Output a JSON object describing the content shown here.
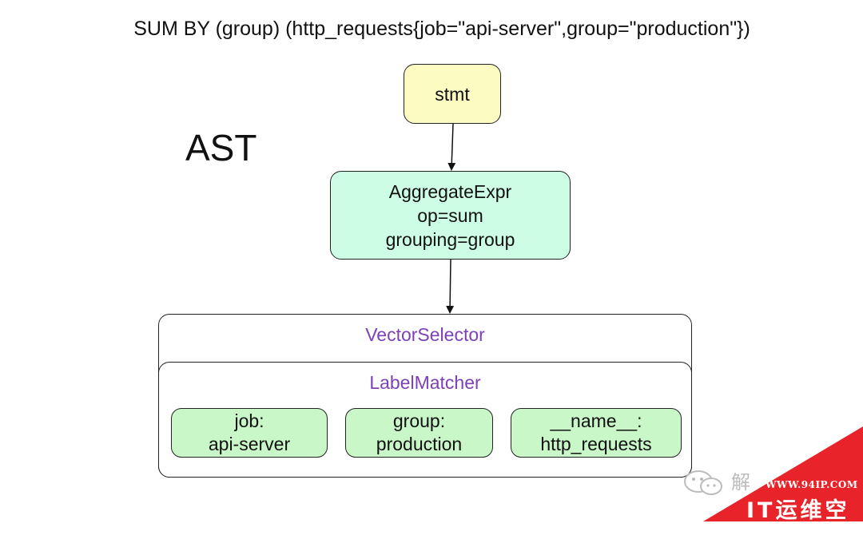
{
  "title": "SUM BY (group) (http_requests{job=\"api-server\",group=\"production\"})",
  "ast_label": "AST",
  "nodes": {
    "stmt": {
      "label": "stmt",
      "color": "#fbfbc2"
    },
    "aggregate": {
      "lines": [
        "AggregateExpr",
        "op=sum",
        "grouping=group"
      ],
      "color": "#cdfde5"
    },
    "vector_selector": {
      "label": "VectorSelector",
      "color": "#7d40b8"
    },
    "label_matcher": {
      "label": "LabelMatcher",
      "matchers": [
        {
          "key": "job:",
          "value": "api-server"
        },
        {
          "key": "group:",
          "value": "production"
        },
        {
          "key": "__name__:",
          "value": "http_requests"
        }
      ],
      "color": "#c9f7c7"
    }
  },
  "watermark": {
    "chinese_text": "解",
    "site": "WWW.94IP.COM",
    "brand": "IT运维空间",
    "color": "#e8242a"
  }
}
